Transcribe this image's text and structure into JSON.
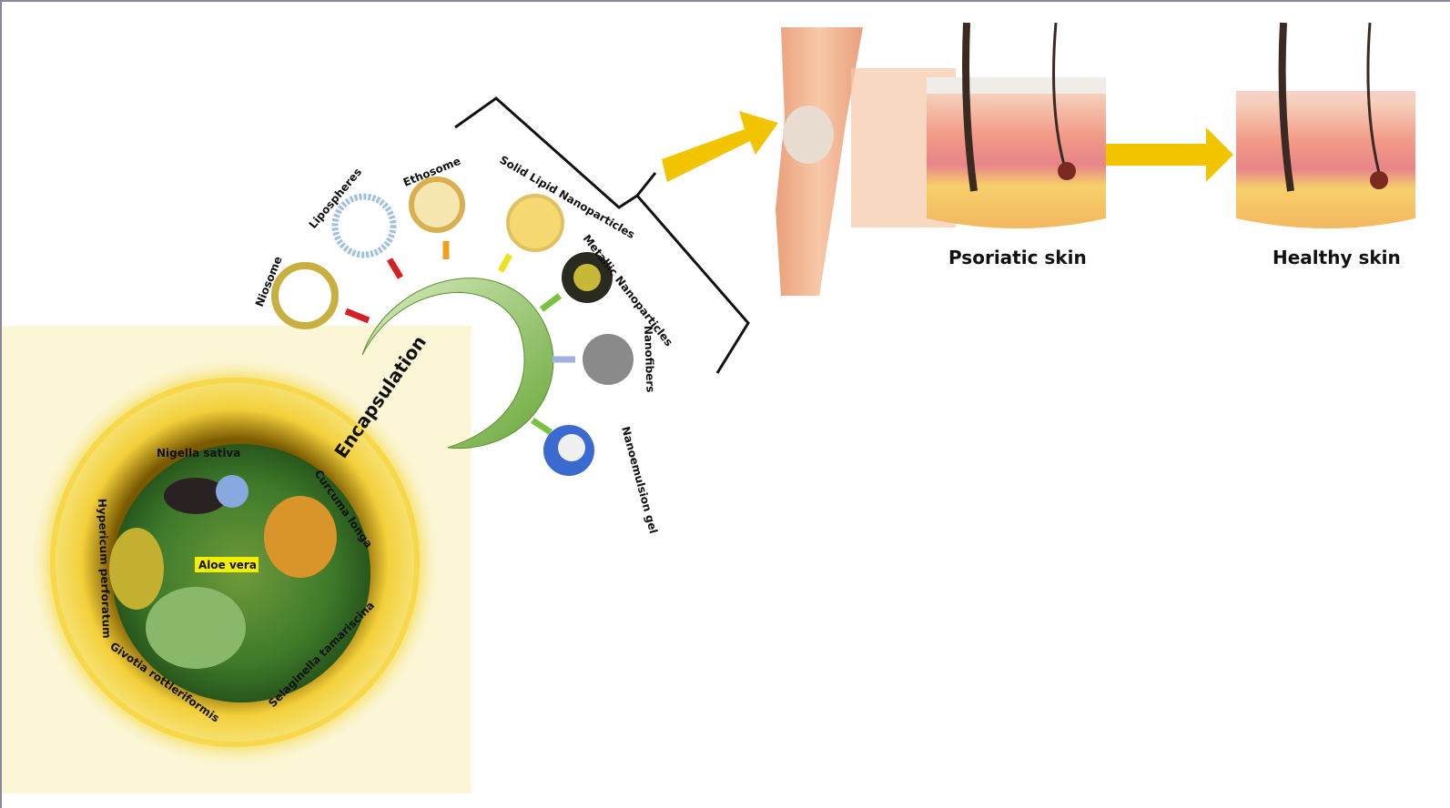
{
  "plants": {
    "nigella": "Nigella sativa",
    "curcuma": "Curcuma longa",
    "aloe": "Aloe vera",
    "hypericum": "Hypericum perforatum",
    "givotia": "Givotia rottleriformis",
    "selaginella": "Selaginella tamariscina"
  },
  "process": "Encapsulation",
  "carriers": {
    "niosome": "Niosome",
    "lipospheres": "Lipospheres",
    "ethosome": "Ethosome",
    "sln": "Solid Lipid Nanoparticles",
    "metallic": "Metallic Nanoparticles",
    "nanofibers": "Nanofibers",
    "nanoemulsion": "Nanoemulsion gel"
  },
  "outcome": {
    "psoriatic": "Psoriatic skin",
    "healthy": "Healthy skin"
  },
  "colors": {
    "gold": "#e0b000",
    "arrow": "#f2c400",
    "crescent": "#8cc152",
    "skin": "#f5a98a"
  }
}
